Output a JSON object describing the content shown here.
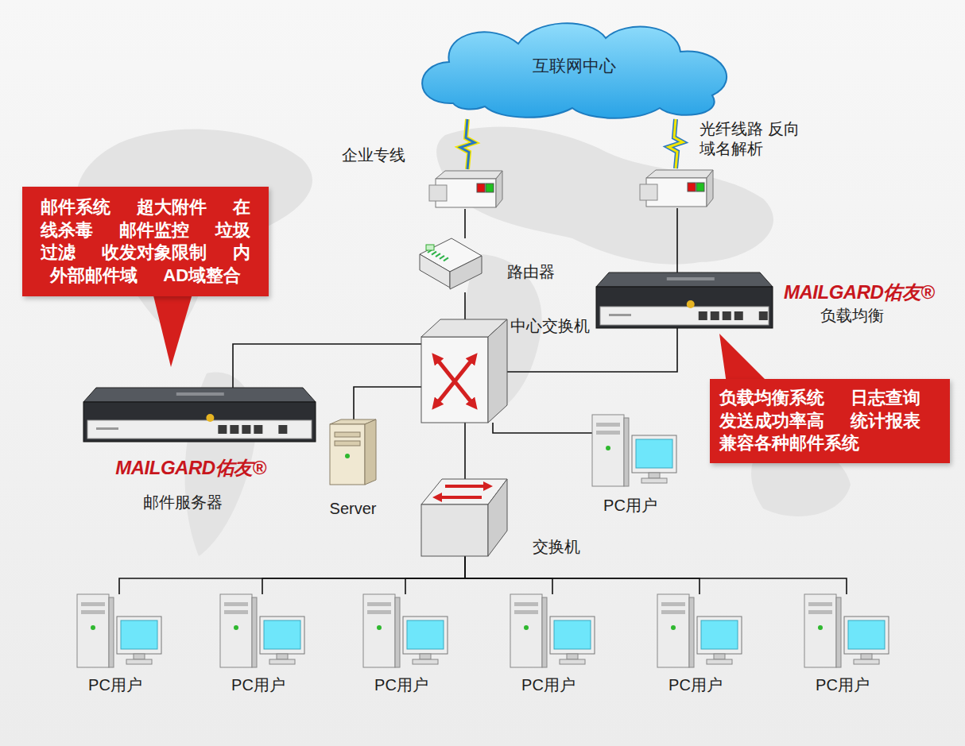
{
  "diagram": {
    "nodes": [
      {
        "text": [
          "互联网中心"
        ]
      },
      {
        "text": [
          "企业专线"
        ]
      },
      {
        "text": [
          "光纤线路 反向域名解析"
        ]
      },
      {
        "text": [
          "邮件系统 超大附件 在线杀毒 邮件监控 垃圾过滤 收发对象限制 内外部邮件域 AD域整合"
        ]
      },
      {
        "text": [
          "路由器"
        ]
      },
      {
        "text": [
          "MAILGARD佑友®",
          "负载均衡"
        ]
      },
      {
        "text": [
          "中心交换机"
        ]
      },
      {
        "text": [
          "MAILGARD佑友®",
          "邮件服务器"
        ]
      },
      {
        "text": [
          "负载均衡系统 日志查询 发送成功率高 统计报表 兼容各种邮件系统"
        ]
      },
      {
        "text": [
          "Server"
        ]
      },
      {
        "text": [
          "PC用户"
        ]
      },
      {
        "text": [
          "交换机"
        ]
      },
      {
        "text": [
          "PC用户"
        ]
      },
      {
        "text": [
          "PC用户"
        ]
      },
      {
        "text": [
          "PC用户"
        ]
      },
      {
        "text": [
          "PC用户"
        ]
      },
      {
        "text": [
          "PC用户"
        ]
      },
      {
        "text": [
          "PC用户"
        ]
      }
    ],
    "edges": [
      {
        "from": 0,
        "to": 1,
        "arrow": "none"
      },
      {
        "from": 0,
        "to": 2,
        "arrow": "none"
      },
      {
        "from": 1,
        "to": 4,
        "arrow": "none"
      },
      {
        "from": 4,
        "to": 6,
        "arrow": "none"
      },
      {
        "from": 2,
        "to": 5,
        "arrow": "none"
      },
      {
        "from": 5,
        "to": 6,
        "arrow": "none"
      },
      {
        "from": 7,
        "to": 6,
        "arrow": "none"
      },
      {
        "from": 9,
        "to": 6,
        "arrow": "none"
      },
      {
        "from": 6,
        "to": 10,
        "arrow": "none"
      },
      {
        "from": 6,
        "to": 11,
        "arrow": "none"
      },
      {
        "from": 11,
        "to": 12,
        "arrow": "none"
      },
      {
        "from": 11,
        "to": 13,
        "arrow": "none"
      },
      {
        "from": 11,
        "to": 14,
        "arrow": "none"
      },
      {
        "from": 11,
        "to": 15,
        "arrow": "none"
      },
      {
        "from": 11,
        "to": 16,
        "arrow": "none"
      },
      {
        "from": 11,
        "to": 17,
        "arrow": "none"
      }
    ]
  }
}
